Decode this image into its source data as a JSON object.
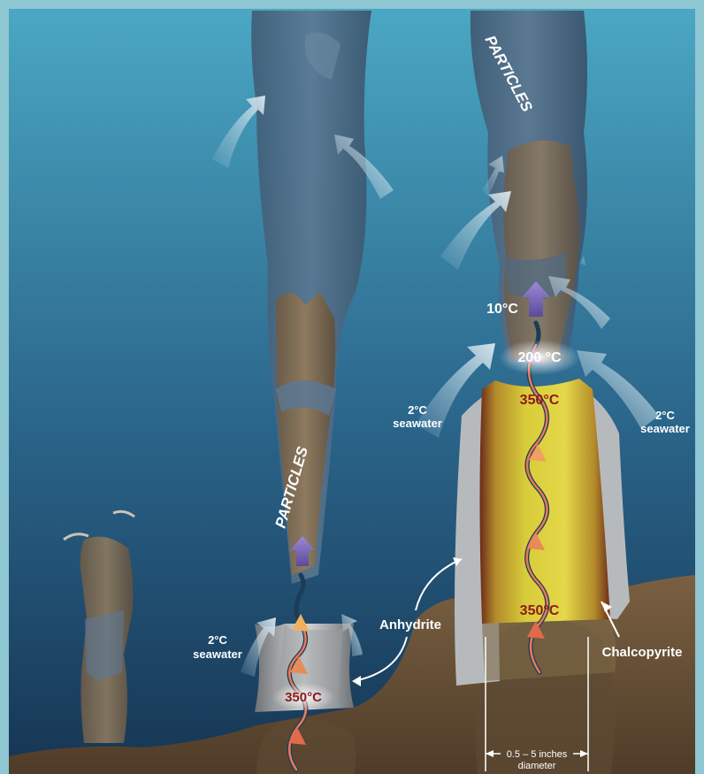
{
  "labels": {
    "particles_left": "PARTICLES",
    "particles_right": "PARTICLES",
    "seawater_left_temp": "2°C",
    "seawater_left_word": "seawater",
    "seawater_mid_temp": "2°C",
    "seawater_mid_word": "seawater",
    "seawater_right_temp": "2°C",
    "seawater_right_word": "seawater",
    "temp_10": "10°C",
    "temp_200": "200 °C",
    "temp_350_top": "350°C",
    "temp_350_mid": "350°C",
    "temp_350_small": "350°C",
    "anhydrite": "Anhydrite",
    "chalcopyrite": "Chalcopyrite",
    "diameter_range": "0.5 – 5 inches",
    "diameter_word": "diameter"
  },
  "colors": {
    "frame": "#8ec6d2",
    "ocean_top": "#4aa7c4",
    "ocean_bottom": "#163553",
    "sediment": "#6a5236",
    "chalcopyrite_yellow": "#d8cc3a",
    "hot_label": "#8b1a1a",
    "label_white": "#ffffff"
  }
}
